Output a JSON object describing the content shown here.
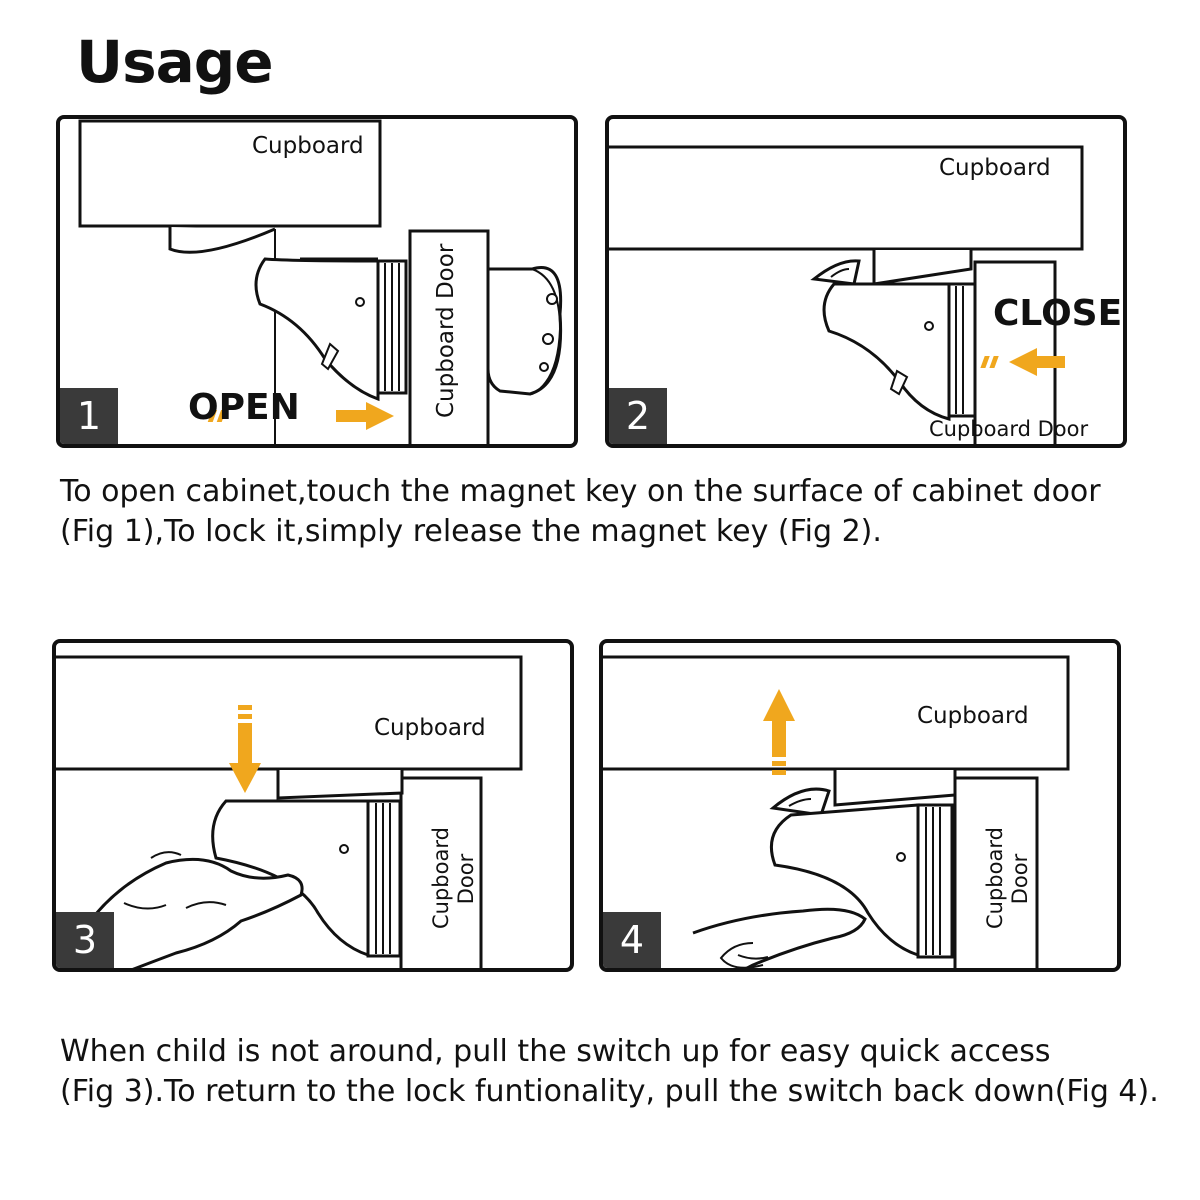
{
  "title": "Usage",
  "colors": {
    "arrow": "#f0a71e",
    "badge": "#3a3a3a",
    "line": "#111111"
  },
  "panels": [
    {
      "number": "1",
      "cupboard": "Cupboard",
      "door": "Cupboard Door",
      "action": "OPEN"
    },
    {
      "number": "2",
      "cupboard": "Cupboard",
      "door": "Cupboard Door",
      "action": "CLOSE"
    },
    {
      "number": "3",
      "cupboard": "Cupboard",
      "door_line1": "Cupboard",
      "door_line2": "Door"
    },
    {
      "number": "4",
      "cupboard": "Cupboard",
      "door_line1": "Cupboard",
      "door_line2": "Door"
    }
  ],
  "captions": {
    "top_line1": "To open cabinet,touch the magnet key on the surface of cabinet door",
    "top_line2": "(Fig 1),To lock it,simply release the magnet key (Fig 2).",
    "bottom_line1": "When child is not around, pull the switch up for easy quick access",
    "bottom_line2": "(Fig 3).To return to the lock funtionality, pull the switch back down(Fig 4)."
  }
}
